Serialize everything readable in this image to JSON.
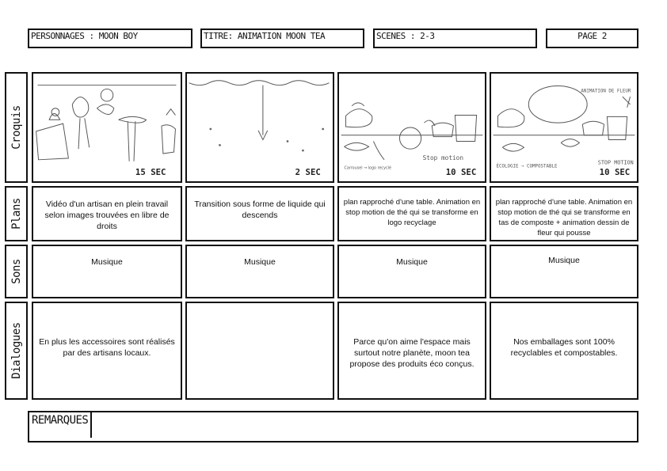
{
  "header": {
    "personnages": "PERSONNAGES : MOON BOY",
    "titre": "TITRE:  ANIMATION MOON TEA",
    "scenes": "SCENES : 2-3",
    "page": "PAGE 2"
  },
  "rows": {
    "croquis": "Croquis",
    "plans": "Plans",
    "sons": "Sons",
    "dialogues": "Dialogues"
  },
  "sketches": [
    {
      "duration": "15 SEC",
      "caption": ""
    },
    {
      "duration": "2 SEC",
      "caption": ""
    },
    {
      "duration": "10 SEC",
      "caption": "Carrousel → logo recyclé",
      "note": "Stop motion"
    },
    {
      "duration": "10 SEC",
      "caption": "ÉCOLOGIE → COMPOSTABLE",
      "note": "STOP MOTION",
      "annotation": "ANIMATION DE FLEUR"
    }
  ],
  "plans": [
    "Vidéo d'un artisan en plein travail selon images trouvées en libre de droits",
    "Transition sous forme de liquide qui descends",
    "plan rapproché d'une table. Animation en stop motion de thé qui se transforme en logo recyclage",
    "plan rapproché d'une table. Animation en stop motion de thé qui se transforme en tas de composte + animation dessin de fleur  qui pousse"
  ],
  "sons": [
    "Musique",
    "Musique",
    "Musique",
    "Musique"
  ],
  "dialogues": [
    "En plus les accessoires sont réalisés par des artisans locaux.",
    "",
    "Parce qu'on aime l'espace mais surtout notre planète, moon tea propose des produits éco conçus.",
    "Nos emballages sont 100% recyclables et compostables."
  ],
  "remarques": {
    "label": "REMARQUES",
    "text": ""
  }
}
